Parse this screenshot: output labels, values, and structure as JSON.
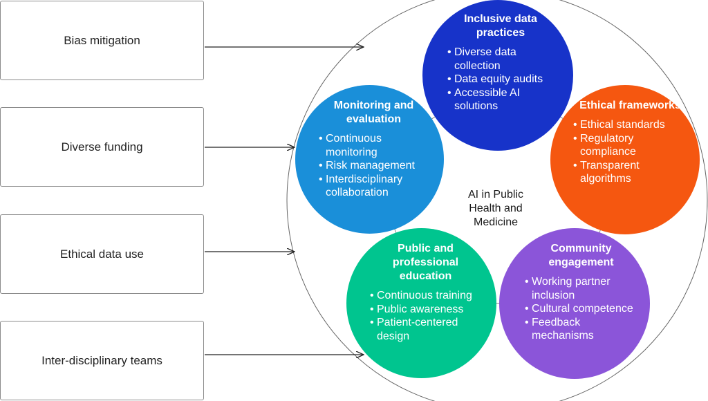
{
  "factors": [
    {
      "label": "Bias mitigation"
    },
    {
      "label": "Diverse funding"
    },
    {
      "label": "Ethical data use"
    },
    {
      "label": "Inter-disciplinary teams"
    }
  ],
  "center": {
    "label": "AI in Public Health and Medicine"
  },
  "circles": {
    "inclusive": {
      "title": "Inclusive data practices",
      "color": "#1733c9",
      "items": [
        "Diverse data collection",
        "Data equity audits",
        "Accessible AI solutions"
      ]
    },
    "monitoring": {
      "title": "Monitoring and evaluation",
      "color": "#1a8fd9",
      "items": [
        "Continuous monitoring",
        "Risk management",
        "Interdisciplinary collaboration"
      ]
    },
    "ethical": {
      "title": "Ethical frameworks",
      "color": "#f55710",
      "items": [
        "Ethical standards",
        "Regulatory compliance",
        "Transparent algorithms"
      ]
    },
    "public": {
      "title": "Public and professional education",
      "color": "#00c58f",
      "items": [
        "Continuous training",
        "Public awareness",
        "Patient-centered design"
      ]
    },
    "community": {
      "title": "Community engagement",
      "color": "#8b55d9",
      "items": [
        "Working partner inclusion",
        "Cultural competence",
        "Feedback mechanisms"
      ]
    }
  }
}
